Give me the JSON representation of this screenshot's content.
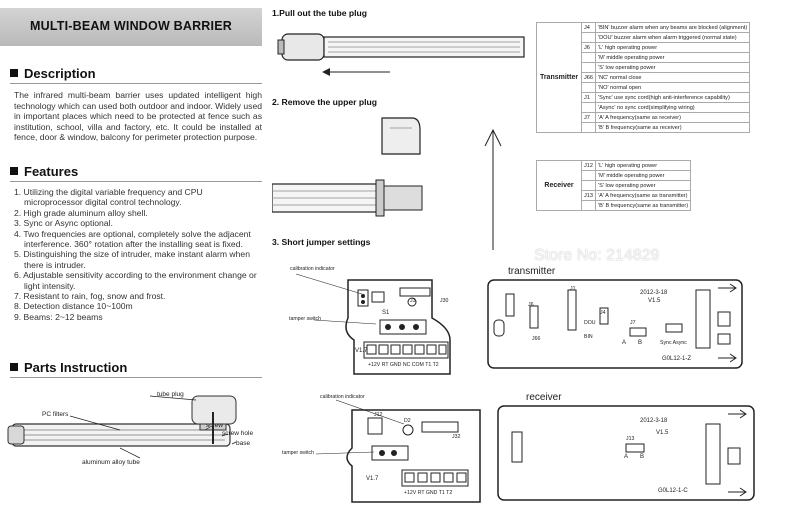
{
  "header": {
    "title": "MULTI-BEAM WINDOW BARRIER"
  },
  "description": {
    "heading": "Description",
    "text": "The infrared multi-beam barrier uses updated intelligent high technology which can used both outdoor and indoor. Widely used in important places which need to be protected at fence such as institution, school, villa and factory, etc. It could be installed at fence, door & window, balcony for perimeter protection purpose."
  },
  "features": {
    "heading": "Features",
    "items": [
      "1. Utilizing the digital variable frequency and CPU microprocessor digital control technology.",
      "2. High grade aluminum alloy shell.",
      "3. Sync or Async optional.",
      "4. Two frequencies are optional, completely solve the adjacent interference. 360° rotation after the installing seat is fixed.",
      "5. Distinguishing the size of intruder, make instant alarm when there is intruder.",
      "6. Adjustable sensitivity according to the environment change or light intensity.",
      "7. Resistant to rain, fog, snow and frost.",
      "8. Detection distance 10~100m",
      "9. Beams: 2~12 beams"
    ]
  },
  "parts": {
    "heading": "Parts Instruction",
    "labels": {
      "tube_plug": "tube plug",
      "pc_filters": "PC filters",
      "screw": "screw",
      "screw_hole": "screw hole",
      "base": "base",
      "aluminum": "aluminum alloy tube"
    }
  },
  "steps": {
    "s1": "1.Pull out the tube plug",
    "s2": "2. Remove the upper plug",
    "s3": "3. Short jumper settings"
  },
  "transmitter_table": {
    "label": "Transmitter",
    "rows": [
      {
        "jumper": "J4",
        "text": "'BIN' buzzer alarm when any beams are blocked (alignment)"
      },
      {
        "jumper": "",
        "text": "'DOU' buzzer alarm when alarm triggered (normal state)"
      },
      {
        "jumper": "J6",
        "text": "'L' high operating power"
      },
      {
        "jumper": "",
        "text": "'M' middle operating power"
      },
      {
        "jumper": "",
        "text": "'S' low operating power"
      },
      {
        "jumper": "J66",
        "text": "'NC' normal close"
      },
      {
        "jumper": "",
        "text": "'NO' normal open"
      },
      {
        "jumper": "J1",
        "text": "'Sync' use sync cord(high anti-interference capability)"
      },
      {
        "jumper": "",
        "text": "'Async' no sync cord(simplifying wiring)"
      },
      {
        "jumper": "J7",
        "text": "'A' A frequency(same as receiver)"
      },
      {
        "jumper": "",
        "text": "'B' B frequency(same as receiver)"
      }
    ]
  },
  "receiver_table": {
    "label": "Receiver",
    "rows": [
      {
        "jumper": "J12",
        "text": "'L' high operating power"
      },
      {
        "jumper": "",
        "text": "'M' middle operating power"
      },
      {
        "jumper": "",
        "text": "'S' low operating power"
      },
      {
        "jumper": "J13",
        "text": "'A' A frequency(same as transmitter)"
      },
      {
        "jumper": "",
        "text": "'B' B frequency(same as transmitter)"
      }
    ]
  },
  "diagram": {
    "transmitter_title": "transmitter",
    "receiver_title": "receiver",
    "calibration": "calibration indicator",
    "tamper": "tamper switch",
    "v17": "V1.7",
    "s1": "S1",
    "j3": "J3",
    "j30": "J30",
    "j32": "J32",
    "j12": "J12",
    "j13": "J13",
    "d2": "D2",
    "terminals_tx": "+12V  RT  GND  NC  COM  T1  T2",
    "terminals_rx": "+12V  RT  GND  T1  T2",
    "date": "2012-3-18",
    "v15": "V1.5",
    "tx_board": "G0L12-1-Z",
    "rx_board": "G0L12-1-C",
    "sync_async": "Sync Async",
    "dou": "DOU",
    "bin": "BIN",
    "a": "A",
    "b": "B",
    "j1": "J1",
    "j4": "J4",
    "j6": "J6",
    "j7": "J7",
    "j66": "J66"
  },
  "watermark": "Store No: 214829"
}
